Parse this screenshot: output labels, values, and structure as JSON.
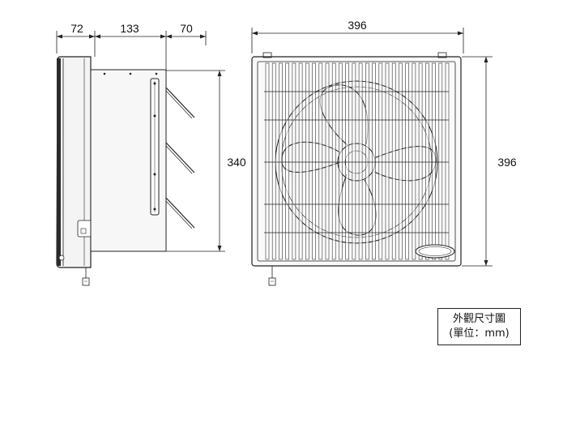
{
  "side_view": {
    "dim_depth_front": "72",
    "dim_depth_body": "133",
    "dim_depth_louver": "70",
    "dim_height": "340"
  },
  "front_view": {
    "dim_width": "396",
    "dim_height": "396"
  },
  "legend": {
    "title": "外觀尺寸圖",
    "unit": "(單位：mm)"
  }
}
